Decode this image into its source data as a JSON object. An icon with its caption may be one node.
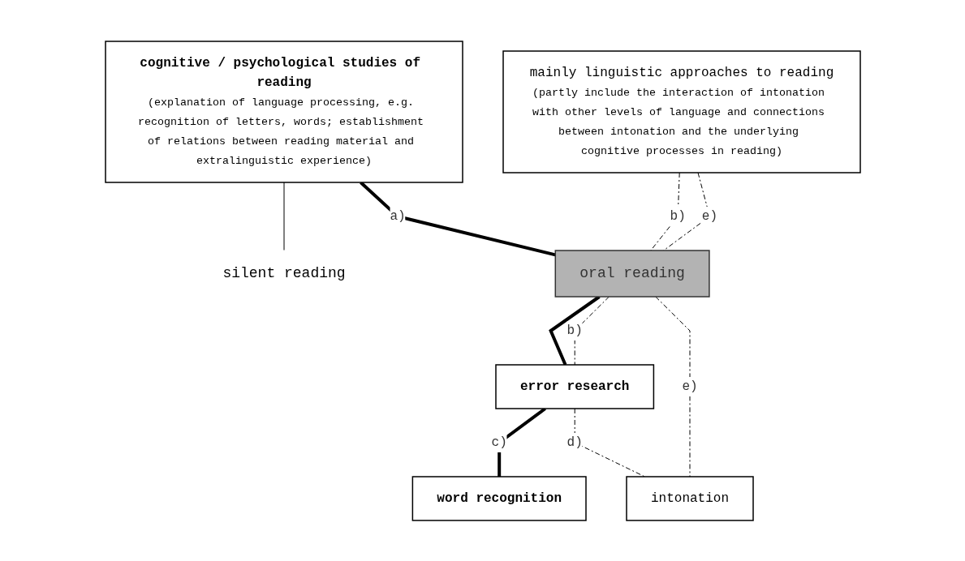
{
  "diagram": {
    "nodes": [
      {
        "text": [
          "cognitive / psychological studies of reading",
          "(explanation of language processing, e.g. recognition of letters, words; establishment of relations between reading material and extralinguistic experience)"
        ]
      },
      {
        "text": [
          "mainly linguistic approaches to reading",
          "(partly include the interaction of intonation with other levels of language and connections between intonation and the underlying cognitive processes in reading)"
        ]
      },
      {
        "text": [
          "silent reading"
        ]
      },
      {
        "text": [
          "oral reading"
        ]
      },
      {
        "text": [
          "error research"
        ]
      },
      {
        "text": [
          "word recognition"
        ]
      },
      {
        "text": [
          "intonation"
        ]
      }
    ],
    "edges": [
      {
        "from": 0,
        "to": 2,
        "arrow": "none"
      },
      {
        "from": 0,
        "to": 3,
        "arrow": "none",
        "label": "a)",
        "style": "thick"
      },
      {
        "from": 1,
        "to": 3,
        "arrow": "none",
        "label": "b)",
        "style": "dashed"
      },
      {
        "from": 1,
        "to": 3,
        "arrow": "none",
        "label": "e)",
        "style": "dashed"
      },
      {
        "from": 3,
        "to": 4,
        "arrow": "none",
        "style": "thick"
      },
      {
        "from": 3,
        "to": 4,
        "arrow": "none",
        "label": "b)",
        "style": "dashed"
      },
      {
        "from": 4,
        "to": 5,
        "arrow": "none",
        "label": "c)",
        "style": "thick"
      },
      {
        "from": 4,
        "to": 6,
        "arrow": "none",
        "label": "d)",
        "style": "dashed"
      },
      {
        "from": 3,
        "to": 6,
        "arrow": "none",
        "label": "e)",
        "style": "dashed"
      }
    ]
  }
}
